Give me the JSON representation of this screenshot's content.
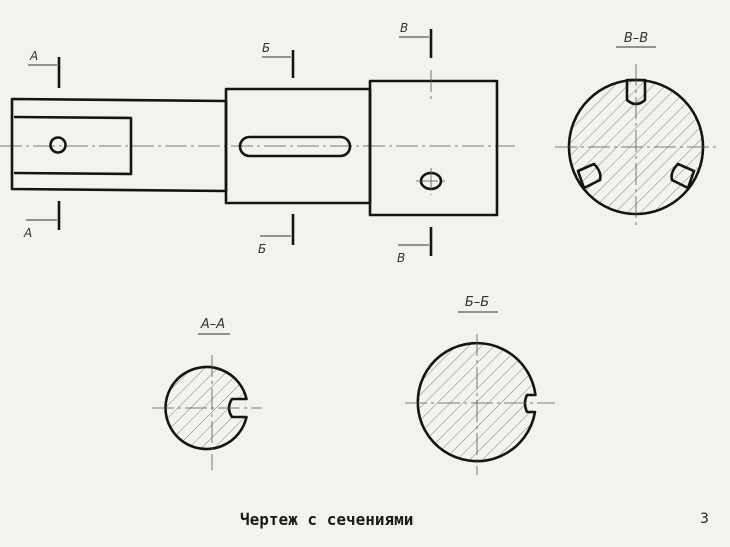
{
  "caption": "Чертеж с сечениями",
  "page_number": "3",
  "section_marks": {
    "a": "А",
    "b": "Б",
    "v": "В"
  },
  "section_titles": {
    "aa": "А–А",
    "bb": "Б–Б",
    "vv": "В–В"
  }
}
